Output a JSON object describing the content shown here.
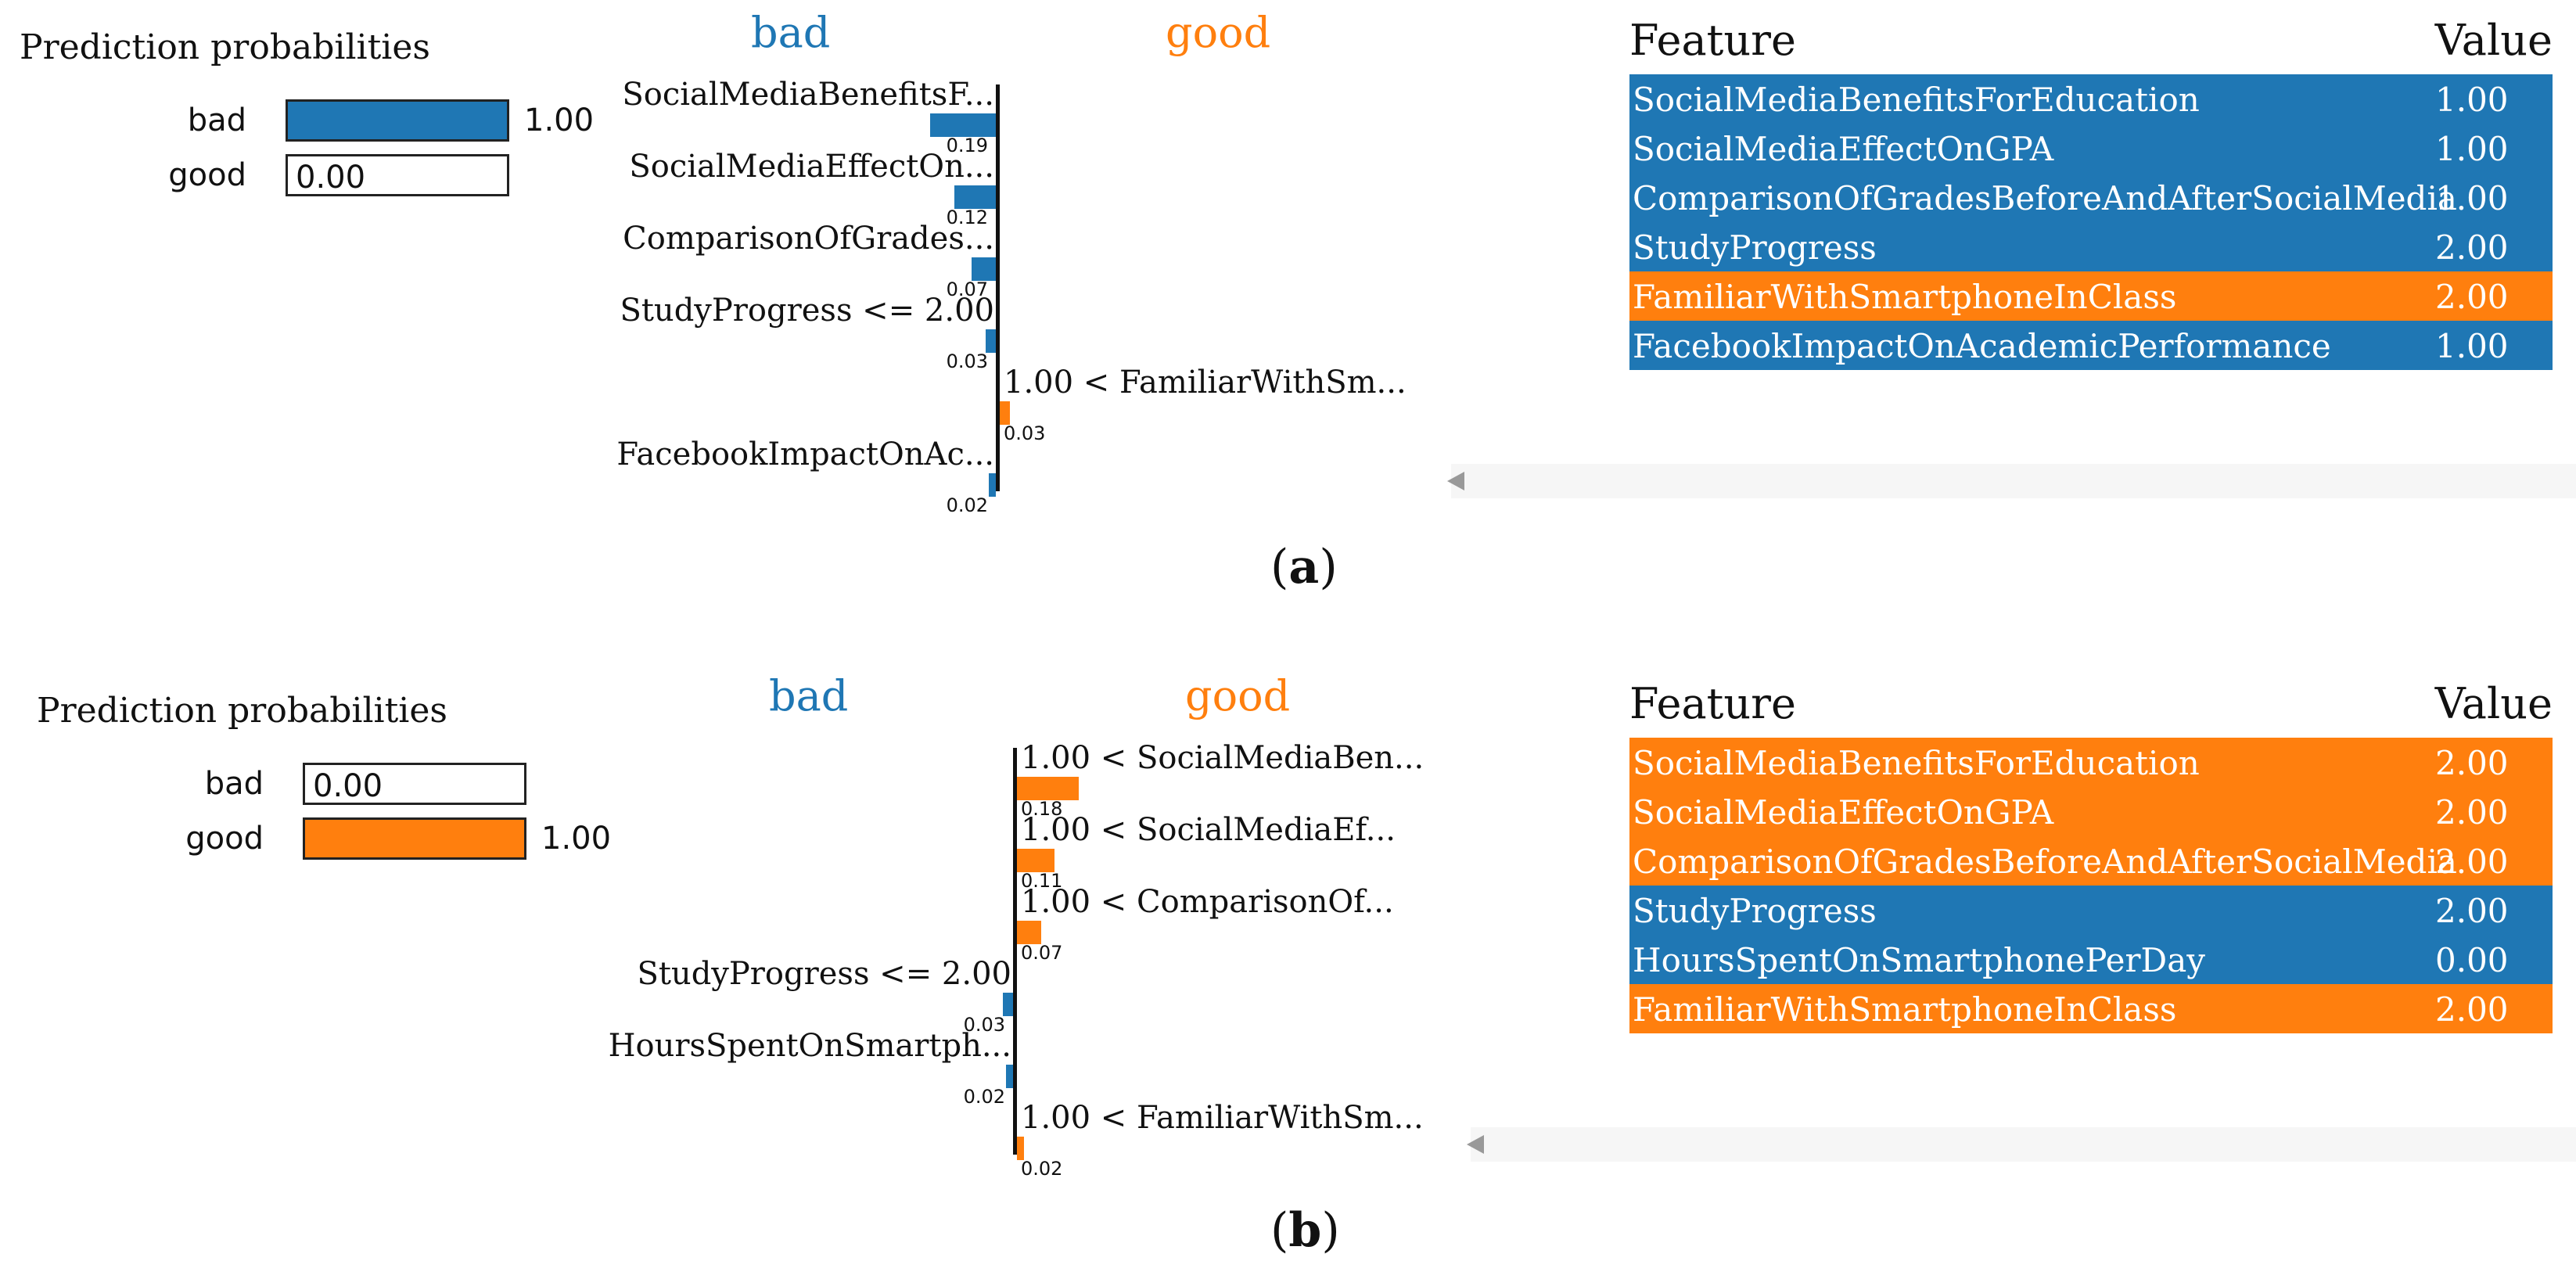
{
  "colors": {
    "bad": "#1f77b4",
    "good": "#ff7f0e",
    "axis": "#111111",
    "scrollbar": "#f6f6f6"
  },
  "chart_data": [
    {
      "type": "bar",
      "caption_open": "(",
      "caption_letter": "a",
      "caption_close": ")",
      "prediction_title": "Prediction probabilities",
      "probabilities": [
        {
          "label": "bad",
          "value": 1.0,
          "display": "1.00"
        },
        {
          "label": "good",
          "value": 0.0,
          "display": "0.00"
        }
      ],
      "class_labels": {
        "negative": "bad",
        "positive": "good"
      },
      "contributions": [
        {
          "feature": "SocialMediaBenefitsF...",
          "class": "bad",
          "value": 0.19,
          "display": "0.19"
        },
        {
          "feature": "SocialMediaEffectOn...",
          "class": "bad",
          "value": 0.12,
          "display": "0.12"
        },
        {
          "feature": "ComparisonOfGrades...",
          "class": "bad",
          "value": 0.07,
          "display": "0.07"
        },
        {
          "feature": "StudyProgress <= 2.00",
          "class": "bad",
          "value": 0.03,
          "display": "0.03"
        },
        {
          "feature": "1.00 < FamiliarWithSm...",
          "class": "good",
          "value": 0.03,
          "display": "0.03"
        },
        {
          "feature": "FacebookImpactOnAc...",
          "class": "bad",
          "value": 0.02,
          "display": "0.02"
        }
      ],
      "table_headers": {
        "feature": "Feature",
        "value": "Value"
      },
      "table_rows": [
        {
          "feature": "SocialMediaBenefitsForEducation",
          "value": "1.00",
          "class": "bad"
        },
        {
          "feature": "SocialMediaEffectOnGPA",
          "value": "1.00",
          "class": "bad"
        },
        {
          "feature": "ComparisonOfGradesBeforeAndAfterSocialMedia",
          "value": "1.00",
          "class": "bad"
        },
        {
          "feature": "StudyProgress",
          "value": "2.00",
          "class": "bad"
        },
        {
          "feature": "FamiliarWithSmartphoneInClass",
          "value": "2.00",
          "class": "good"
        },
        {
          "feature": "FacebookImpactOnAcademicPerformance",
          "value": "1.00",
          "class": "bad"
        }
      ]
    },
    {
      "type": "bar",
      "caption_open": "(",
      "caption_letter": "b",
      "caption_close": ")",
      "prediction_title": "Prediction probabilities",
      "probabilities": [
        {
          "label": "bad",
          "value": 0.0,
          "display": "0.00"
        },
        {
          "label": "good",
          "value": 1.0,
          "display": "1.00"
        }
      ],
      "class_labels": {
        "negative": "bad",
        "positive": "good"
      },
      "contributions": [
        {
          "feature": "1.00 < SocialMediaBen...",
          "class": "good",
          "value": 0.18,
          "display": "0.18"
        },
        {
          "feature": "1.00 < SocialMediaEf...",
          "class": "good",
          "value": 0.11,
          "display": "0.11"
        },
        {
          "feature": "1.00 < ComparisonOf...",
          "class": "good",
          "value": 0.07,
          "display": "0.07"
        },
        {
          "feature": "StudyProgress <= 2.00",
          "class": "bad",
          "value": 0.03,
          "display": "0.03"
        },
        {
          "feature": "HoursSpentOnSmartph...",
          "class": "bad",
          "value": 0.02,
          "display": "0.02"
        },
        {
          "feature": "1.00 < FamiliarWithSm...",
          "class": "good",
          "value": 0.02,
          "display": "0.02"
        }
      ],
      "table_headers": {
        "feature": "Feature",
        "value": "Value"
      },
      "table_rows": [
        {
          "feature": "SocialMediaBenefitsForEducation",
          "value": "2.00",
          "class": "good"
        },
        {
          "feature": "SocialMediaEffectOnGPA",
          "value": "2.00",
          "class": "good"
        },
        {
          "feature": "ComparisonOfGradesBeforeAndAfterSocialMedia",
          "value": "2.00",
          "class": "good"
        },
        {
          "feature": "StudyProgress",
          "value": "2.00",
          "class": "bad"
        },
        {
          "feature": "HoursSpentOnSmartphonePerDay",
          "value": "0.00",
          "class": "bad"
        },
        {
          "feature": "FamiliarWithSmartphoneInClass",
          "value": "2.00",
          "class": "good"
        }
      ]
    }
  ]
}
